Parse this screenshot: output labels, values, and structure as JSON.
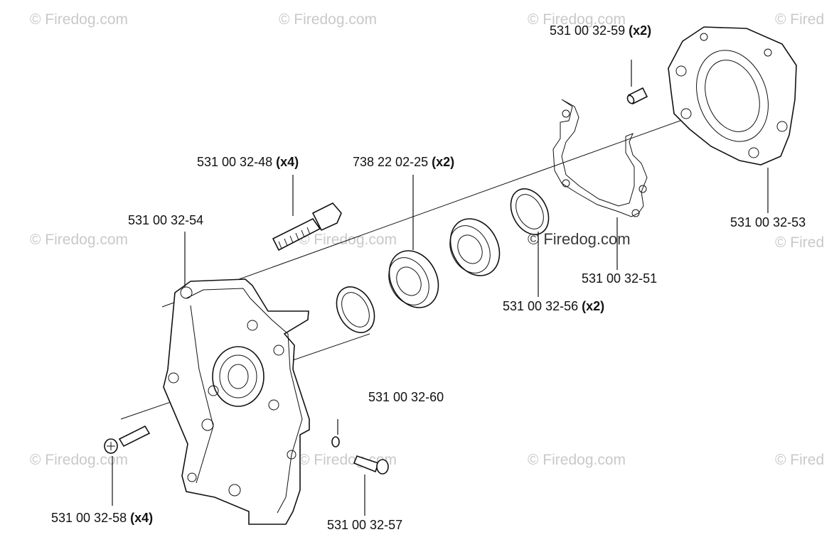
{
  "watermark": {
    "text": "© Firedog.com",
    "short": "© Fired"
  },
  "labels": {
    "pin": {
      "num": "531 00 32-59",
      "qty": "(x2)"
    },
    "bolt": {
      "num": "531 00 32-48",
      "qty": "(x4)"
    },
    "bearing": {
      "num": "738 22 02-25",
      "qty": "(x2)"
    },
    "left_housing": {
      "num": "531 00 32-54"
    },
    "right_housing": {
      "num": "531 00 32-53"
    },
    "gasket": {
      "num": "531 00 32-51"
    },
    "seal": {
      "num": "531 00 32-56",
      "qty": "(x2)"
    },
    "washer": {
      "num": "531 00 32-60"
    },
    "screw_left": {
      "num": "531 00 32-58",
      "qty": "(x4)"
    },
    "screw_right": {
      "num": "531 00 32-57"
    }
  }
}
